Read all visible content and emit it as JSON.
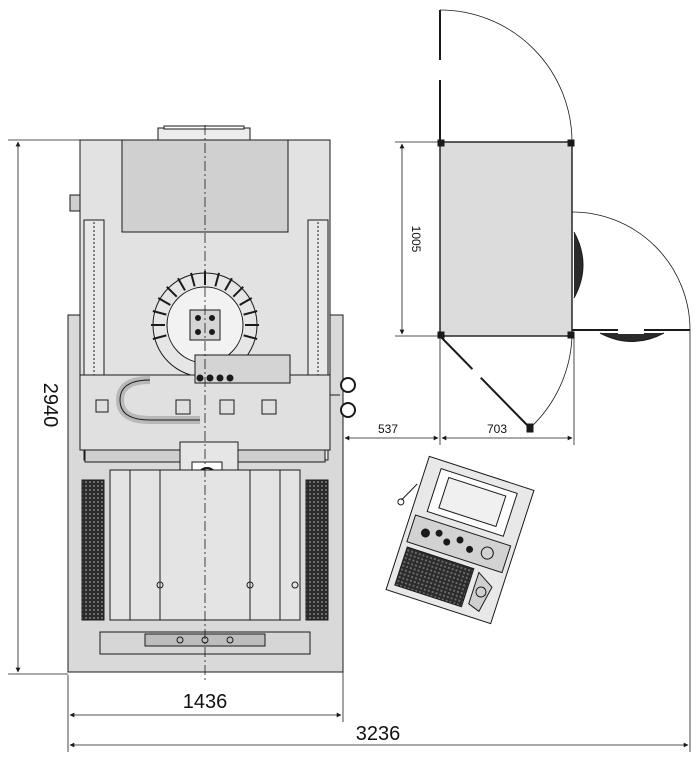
{
  "dimensions": {
    "total_height": "2940",
    "machine_width": "1436",
    "total_width": "3236",
    "cabinet_depth": "1005",
    "cabinet_width": "703",
    "cabinet_offset": "537"
  },
  "colors": {
    "line": "#1a1a1a",
    "fill_light": "#dcdcdc",
    "fill_mid": "#c4c4c4",
    "fill_dark": "#2b2b2b"
  }
}
